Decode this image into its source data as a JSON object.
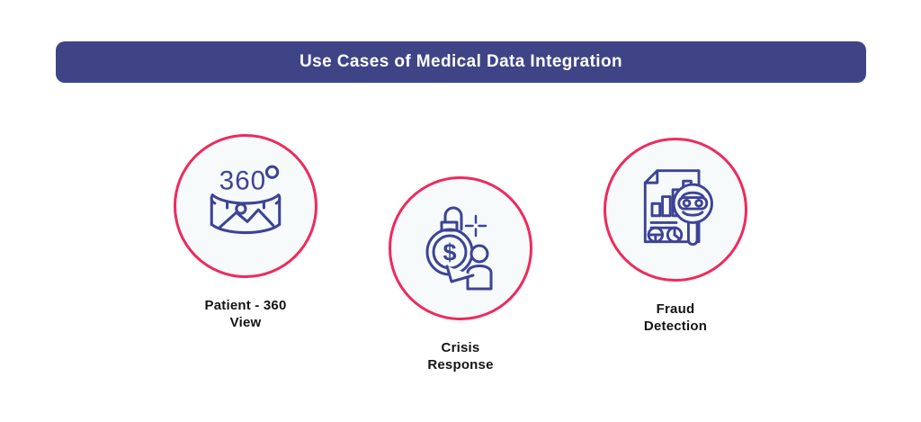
{
  "header": {
    "title": "Use Cases of Medical Data Integration"
  },
  "colors": {
    "background": "#FFFFFF",
    "header_bg": "#3F4487",
    "header_text": "#FFFFFF",
    "circle_stroke": "#EE2A5C",
    "circle_fill": "#F6FAFB",
    "icon_stroke": "#3D4395",
    "label_text": "#141414"
  },
  "use_cases": [
    {
      "id": "patient-360-view",
      "label": "Patient - 360\nView",
      "icon": "panorama-360-icon",
      "icon_text": "360"
    },
    {
      "id": "crisis-response",
      "label": "Crisis\nResponse",
      "icon": "money-crisis-icon",
      "icon_text": "$"
    },
    {
      "id": "fraud-detection",
      "label": "Fraud\nDetection",
      "icon": "fraud-magnifier-icon"
    }
  ]
}
